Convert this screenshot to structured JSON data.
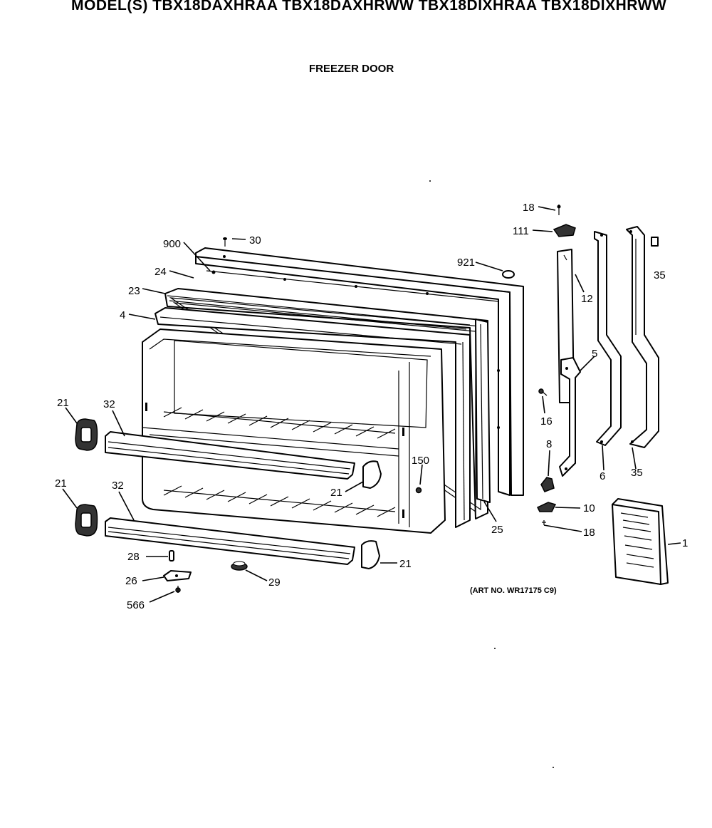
{
  "header": {
    "models": "MODEL(S) TBX18DAXHRAA  TBX18DAXHRWW  TBX18DIXHRAA  TBX18DIXHRWW",
    "section": "FREEZER DOOR"
  },
  "art_number": "(ART NO. WR17175 C9)",
  "callouts": {
    "p18a": "18",
    "p111": "111",
    "p12": "12",
    "p35a": "35",
    "p921": "921",
    "p900": "900",
    "p30": "30",
    "p24": "24",
    "p23": "23",
    "p4": "4",
    "p5": "5",
    "p16": "16",
    "p8": "8",
    "p6": "6",
    "p35b": "35",
    "p21a": "21",
    "p32a": "32",
    "p150": "150",
    "p21b": "21",
    "p21c": "21",
    "p32b": "32",
    "p25": "25",
    "p10": "10",
    "p18b": "18",
    "p1": "1",
    "p28": "28",
    "p21d": "21",
    "p26": "26",
    "p29": "29",
    "p566": "566"
  }
}
